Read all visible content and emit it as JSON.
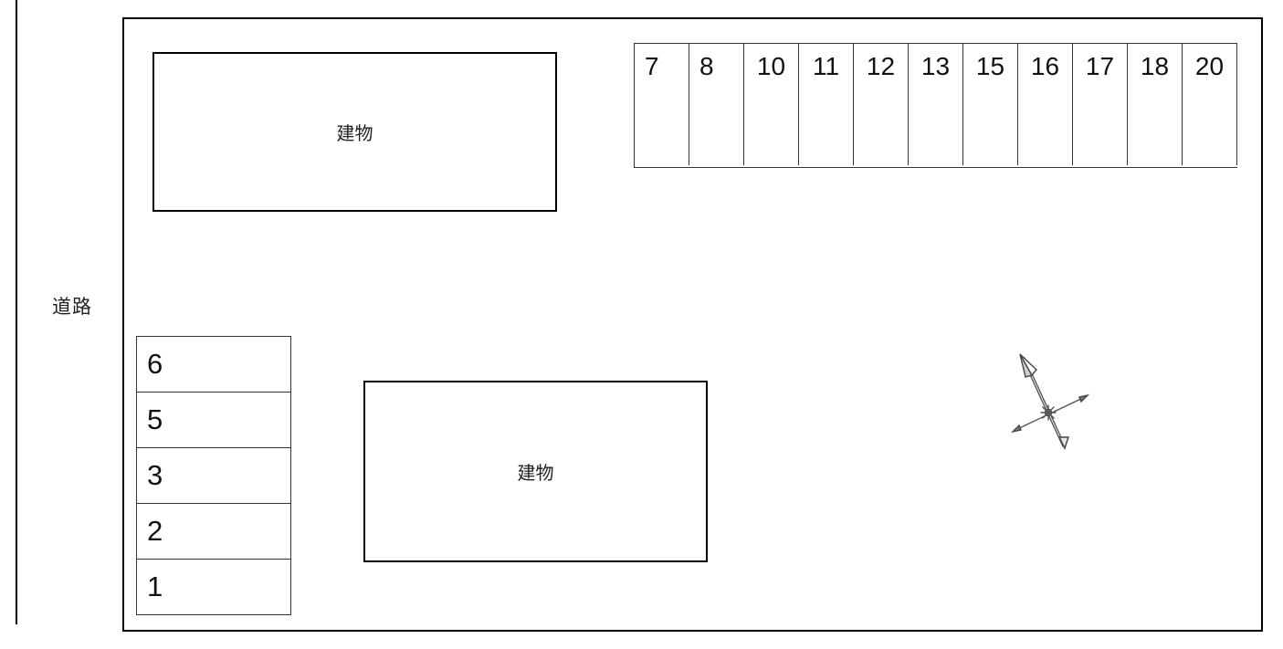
{
  "road": {
    "label": "道路"
  },
  "buildings": [
    {
      "label": "建物"
    },
    {
      "label": "建物"
    }
  ],
  "top_row_spaces": [
    {
      "number": "7"
    },
    {
      "number": "8"
    },
    {
      "number": "10"
    },
    {
      "number": "11"
    },
    {
      "number": "12"
    },
    {
      "number": "13"
    },
    {
      "number": "15"
    },
    {
      "number": "16"
    },
    {
      "number": "17"
    },
    {
      "number": "18"
    },
    {
      "number": "20"
    }
  ],
  "left_stack_spaces": [
    {
      "number": "6"
    },
    {
      "number": "5"
    },
    {
      "number": "3"
    },
    {
      "number": "2"
    },
    {
      "number": "1"
    }
  ],
  "compass": {
    "icon": "north-arrow-compass-icon"
  },
  "colors": {
    "line": "#000000",
    "thin_line": "#333333",
    "background": "#ffffff"
  }
}
